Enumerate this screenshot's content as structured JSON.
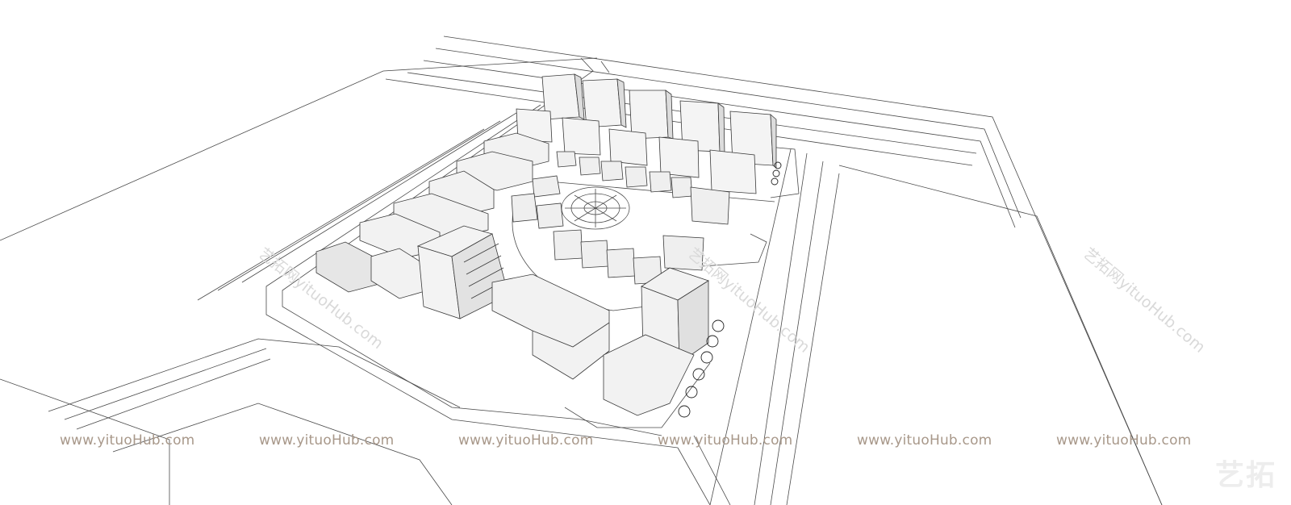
{
  "watermarks": {
    "bottom": [
      "www.yituoHub.com",
      "www.yituoHub.com",
      "www.yituoHub.com",
      "www.yituoHub.com",
      "www.yituoHub.com",
      "www.yituoHub.com"
    ],
    "diagonal": [
      "艺拓网yituoHub.com",
      "艺拓网yituoHub.com",
      "艺拓网yituoHub.com"
    ],
    "logo_text": "艺拓"
  },
  "colors": {
    "line": "#3a3a3a",
    "fill": "#f2f2f2",
    "fill_dark": "#d8d8d8",
    "watermark": "#a8988a"
  }
}
